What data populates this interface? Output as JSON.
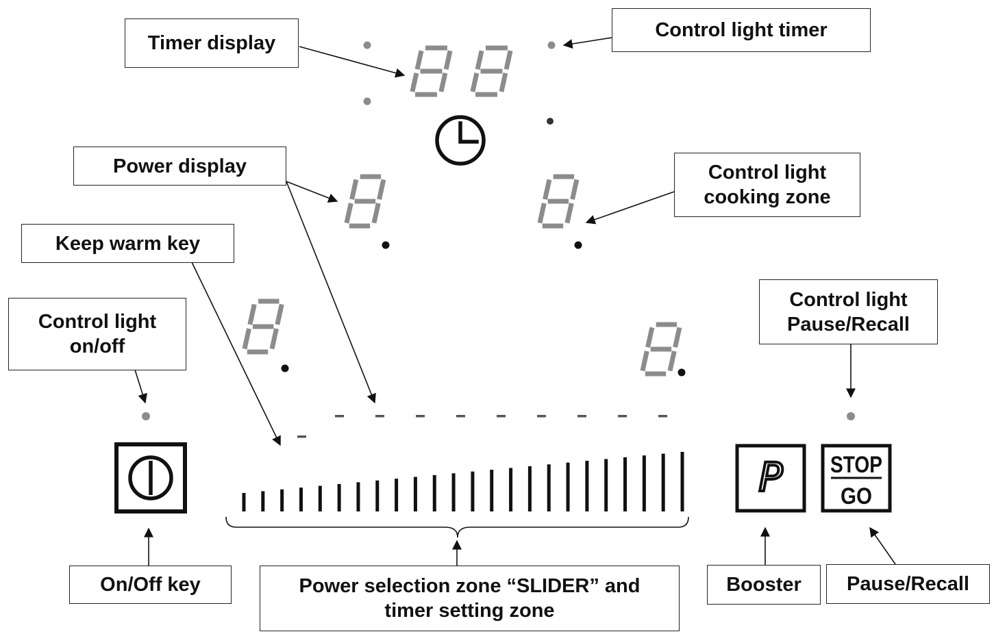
{
  "labels": {
    "timer_display": "Timer display",
    "control_light_timer": "Control light timer",
    "power_display": "Power display",
    "control_light_cooking_zone": [
      "Control light",
      "cooking zone"
    ],
    "keep_warm_key": "Keep warm key",
    "control_light_onoff": [
      "Control light",
      "on/off"
    ],
    "control_light_pause_recall": [
      "Control light",
      "Pause/Recall"
    ],
    "onoff_key": "On/Off key",
    "slider_zone": [
      "Power selection zone “SLIDER” and",
      "timer setting zone"
    ],
    "booster": "Booster",
    "pause_recall": "Pause/Recall"
  },
  "keys": {
    "booster_symbol": "P",
    "stop_text": "STOP",
    "go_text": "GO"
  },
  "icons": {
    "onoff": "power-icon",
    "timer": "clock-icon"
  },
  "colors": {
    "segment": "#8c8c8c",
    "dot_dark": "#111111",
    "dot_grey": "#8c8c8c",
    "line": "#111111"
  }
}
